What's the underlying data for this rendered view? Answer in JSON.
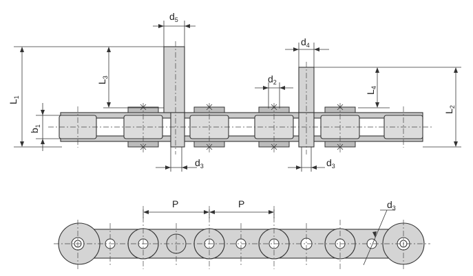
{
  "labels": {
    "L1": "L",
    "L1_sub": "1",
    "L2": "L",
    "L2_sub": "2",
    "L3": "L",
    "L3_sub": "3",
    "L4": "L",
    "L4_sub": "4",
    "b1": "b",
    "b1_sub": "1",
    "d2": "d",
    "d2_sub": "2",
    "d3a": "d",
    "d3a_sub": "3",
    "d3b": "d",
    "d3b_sub": "3",
    "d3c": "d",
    "d3c_sub": "3",
    "d4": "d",
    "d4_sub": "4",
    "d5": "d",
    "d5_sub": "5",
    "P1": "P",
    "P2": "P"
  },
  "colors": {
    "part_fill": "#d4d4d4",
    "line": "#333333"
  }
}
